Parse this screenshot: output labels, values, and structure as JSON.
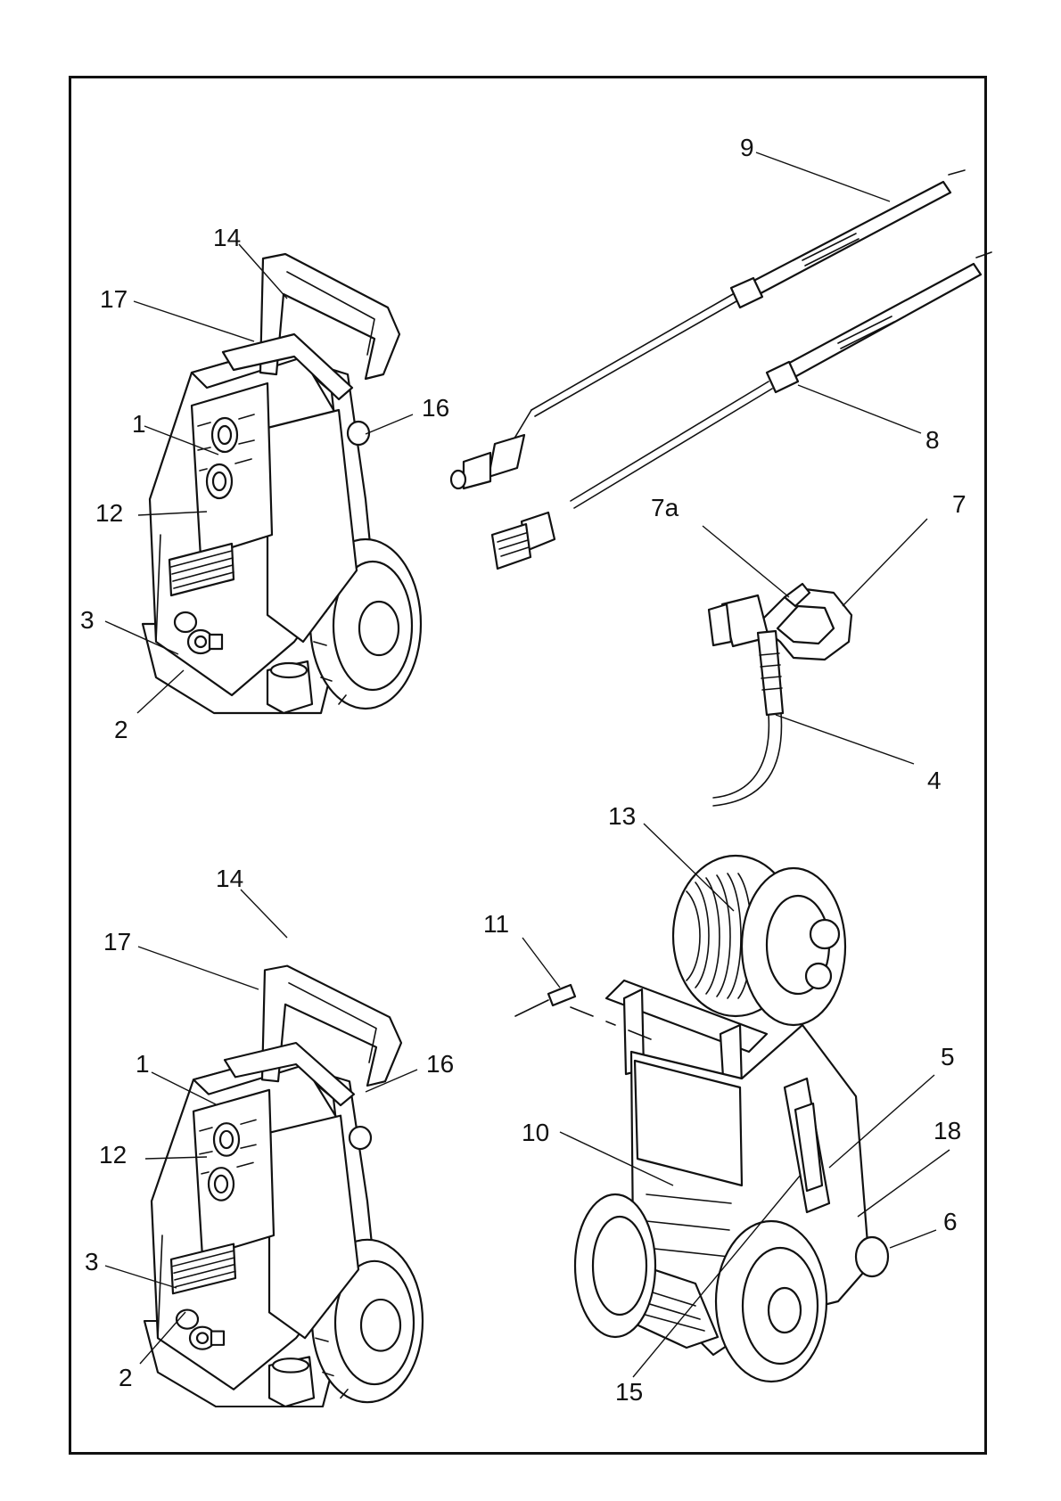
{
  "callouts": {
    "tl_14": "14",
    "tl_17": "17",
    "tl_1": "1",
    "tl_16": "16",
    "tl_12": "12",
    "tl_3": "3",
    "tl_2": "2",
    "tr_9": "9",
    "tr_8": "8",
    "tr_7a": "7a",
    "tr_7": "7",
    "tr_4": "4",
    "bl_14": "14",
    "bl_17": "17",
    "bl_1": "1",
    "bl_16": "16",
    "bl_12": "12",
    "bl_3": "3",
    "bl_2": "2",
    "br_13": "13",
    "br_11": "11",
    "br_5": "5",
    "br_10": "10",
    "br_18": "18",
    "br_6": "6",
    "br_15": "15"
  },
  "icons": {
    "washer_front": "pressure-washer-icon",
    "washer_reel": "pressure-washer-hose-reel-icon",
    "lance": "spray-lance-icon",
    "gun": "spray-gun-icon"
  },
  "colors": {
    "line": "#111111",
    "background": "#ffffff"
  }
}
